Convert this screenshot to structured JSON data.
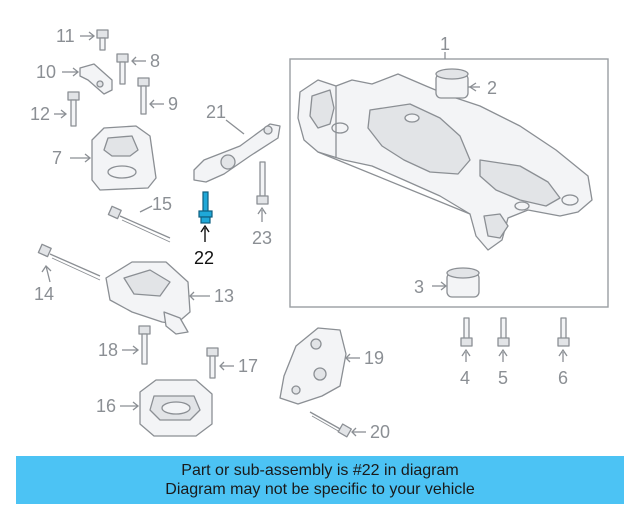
{
  "diagram": {
    "callouts": {
      "c1": "1",
      "c2": "2",
      "c3": "3",
      "c4": "4",
      "c5": "5",
      "c6": "6",
      "c7": "7",
      "c8": "8",
      "c9": "9",
      "c10": "10",
      "c11": "11",
      "c12": "12",
      "c13": "13",
      "c14": "14",
      "c15": "15",
      "c16": "16",
      "c17": "17",
      "c18": "18",
      "c19": "19",
      "c20": "20",
      "c21": "21",
      "c22": "22",
      "c23": "23"
    },
    "highlighted_part": "22",
    "highlight_color": "#1fa8d8"
  },
  "footer": {
    "line1": "Part or sub-assembly is #22 in diagram",
    "line2": "Diagram may not be specific to your vehicle",
    "background": "#4cc3f4"
  }
}
